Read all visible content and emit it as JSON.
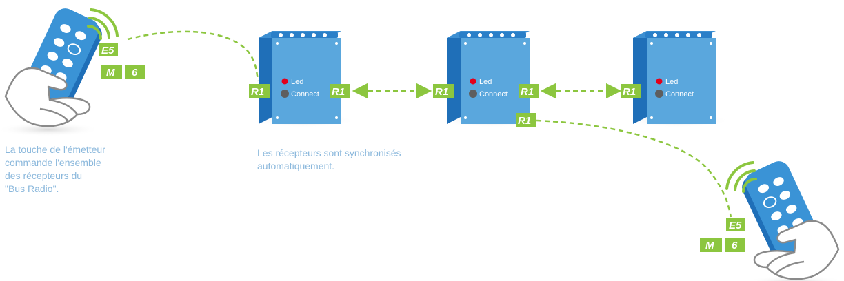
{
  "tags": {
    "receiver_channel": "R1",
    "transmitter_channel": "E5",
    "mode_letter": "M",
    "mode_number": "6"
  },
  "receiver": {
    "led_label": "Led",
    "connect_label": "Connect"
  },
  "captions": {
    "left": [
      "La touche de l'émetteur",
      "commande l'ensemble",
      "des récepteurs du",
      "\"Bus Radio\"."
    ],
    "middle": [
      "Les récepteurs sont synchronisés",
      "automatiquement."
    ]
  },
  "colors": {
    "tag_green": "#8cc63f",
    "link_dashed": "#8cc63f",
    "box_front": "#5aa7dd",
    "box_side": "#1f6fb8",
    "led_red": "#e3001b",
    "connect_grey": "#5e5e5e",
    "remote_blue": "#3a93d6",
    "caption_text": "#8bb8dc"
  }
}
